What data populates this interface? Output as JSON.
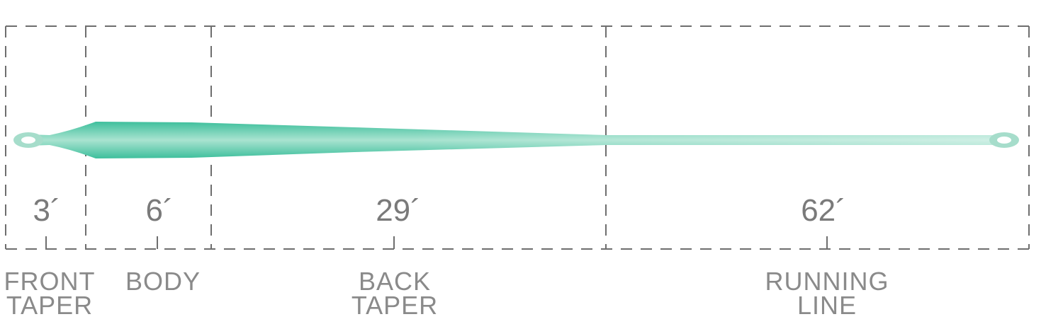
{
  "segments": [
    {
      "name": "front-taper",
      "length": "3´",
      "label_lines": [
        "FRONT",
        "TAPER"
      ]
    },
    {
      "name": "body",
      "length": "6´",
      "label_lines": [
        "BODY"
      ]
    },
    {
      "name": "back-taper",
      "length": "29´",
      "label_lines": [
        "BACK",
        "TAPER"
      ]
    },
    {
      "name": "running-line",
      "length": "62´",
      "label_lines": [
        "RUNNING",
        "LINE"
      ]
    }
  ],
  "colors": {
    "line_dark": "#3dbf9c",
    "line_light": "#a6ddcb",
    "dashes": "#6e6e6e",
    "text": "#7a7a7a"
  }
}
